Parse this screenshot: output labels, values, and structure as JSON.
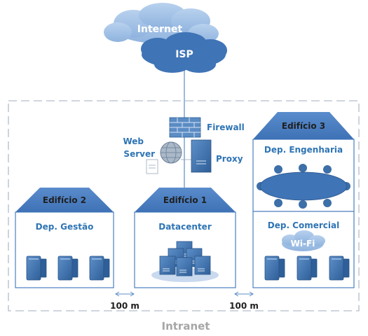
{
  "cloud": {
    "internet": "Internet",
    "isp": "ISP"
  },
  "dmz": {
    "firewall": "Firewall",
    "web_server_line1": "Web",
    "web_server_line2": "Server",
    "proxy": "Proxy"
  },
  "buildings": {
    "b1": {
      "title": "Edifício 1",
      "dept": "Datacenter"
    },
    "b2": {
      "title": "Edifício 2",
      "dept": "Dep. Gestão"
    },
    "b3": {
      "title": "Edifício 3",
      "dept_top": "Dep. Engenharia",
      "dept_bottom": "Dep. Comercial",
      "wifi": "Wi-Fi"
    }
  },
  "distances": {
    "left": "100 m",
    "right": "100 m"
  },
  "network_label": "Intranet",
  "colors": {
    "accent": "#2e74b5",
    "roof": "#4a7fc1",
    "device": "#3d6fa8",
    "cloud": "#a9c6e8",
    "frame": "#c9d5e3"
  }
}
